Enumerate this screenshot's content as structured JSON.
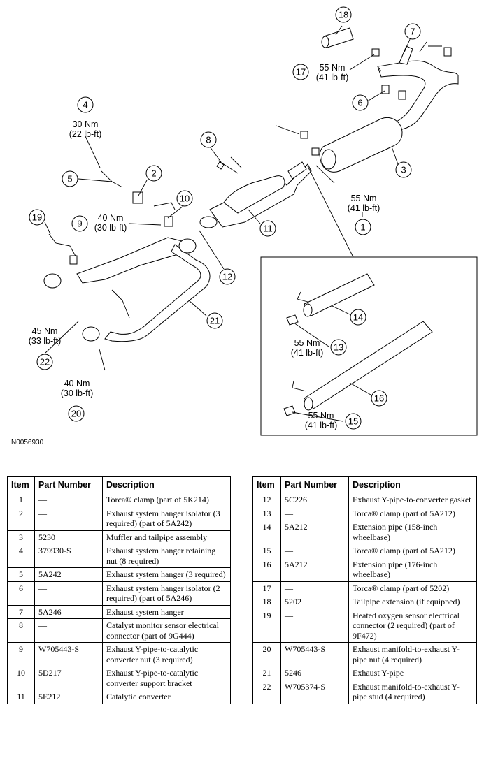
{
  "figure_id": "N0056930",
  "callouts": [
    {
      "n": "1"
    },
    {
      "n": "2"
    },
    {
      "n": "3"
    },
    {
      "n": "4"
    },
    {
      "n": "5"
    },
    {
      "n": "6"
    },
    {
      "n": "7"
    },
    {
      "n": "8"
    },
    {
      "n": "9"
    },
    {
      "n": "10"
    },
    {
      "n": "11"
    },
    {
      "n": "12"
    },
    {
      "n": "13"
    },
    {
      "n": "14"
    },
    {
      "n": "15"
    },
    {
      "n": "16"
    },
    {
      "n": "17"
    },
    {
      "n": "18"
    },
    {
      "n": "19"
    },
    {
      "n": "20"
    },
    {
      "n": "21"
    },
    {
      "n": "22"
    }
  ],
  "torques": {
    "t1": {
      "nm": "55 Nm",
      "lbft": "(41 lb-ft)"
    },
    "t4": {
      "nm": "30 Nm",
      "lbft": "(22 lb-ft)"
    },
    "t9": {
      "nm": "40 Nm",
      "lbft": "(30 lb-ft)"
    },
    "t13": {
      "nm": "55 Nm",
      "lbft": "(41 lb-ft)"
    },
    "t15": {
      "nm": "55 Nm",
      "lbft": "(41 lb-ft)"
    },
    "t17": {
      "nm": "55 Nm",
      "lbft": "(41 lb-ft)"
    },
    "t20": {
      "nm": "40 Nm",
      "lbft": "(30 lb-ft)"
    },
    "t22": {
      "nm": "45 Nm",
      "lbft": "(33 lb-ft)"
    }
  },
  "table": {
    "headers": [
      "Item",
      "Part Number",
      "Description"
    ],
    "rows": [
      {
        "item": "1",
        "part": "—",
        "desc": "Torca® clamp (part of 5K214)"
      },
      {
        "item": "2",
        "part": "—",
        "desc": "Exhaust system hanger isolator (3 required) (part of 5A242)"
      },
      {
        "item": "3",
        "part": "5230",
        "desc": "Muffler and tailpipe assembly"
      },
      {
        "item": "4",
        "part": "379930-S",
        "desc": "Exhaust system hanger retaining nut (8 required)"
      },
      {
        "item": "5",
        "part": "5A242",
        "desc": "Exhaust system hanger (3 required)"
      },
      {
        "item": "6",
        "part": "—",
        "desc": "Exhaust system hanger isolator (2 required) (part of 5A246)"
      },
      {
        "item": "7",
        "part": "5A246",
        "desc": "Exhaust system hanger"
      },
      {
        "item": "8",
        "part": "—",
        "desc": "Catalyst monitor sensor electrical connector (part of 9G444)"
      },
      {
        "item": "9",
        "part": "W705443-S",
        "desc": "Exhaust Y-pipe-to-catalytic converter nut (3 required)"
      },
      {
        "item": "10",
        "part": "5D217",
        "desc": "Exhaust Y-pipe-to-catalytic converter support bracket"
      },
      {
        "item": "11",
        "part": "5E212",
        "desc": "Catalytic converter"
      },
      {
        "item": "12",
        "part": "5C226",
        "desc": "Exhaust Y-pipe-to-converter gasket"
      },
      {
        "item": "13",
        "part": "—",
        "desc": "Torca® clamp (part of 5A212)"
      },
      {
        "item": "14",
        "part": "5A212",
        "desc": "Extension pipe (158-inch wheelbase)"
      },
      {
        "item": "15",
        "part": "—",
        "desc": "Torca® clamp (part of 5A212)"
      },
      {
        "item": "16",
        "part": "5A212",
        "desc": "Extension pipe (176-inch wheelbase)"
      },
      {
        "item": "17",
        "part": "—",
        "desc": "Torca® clamp (part of 5202)"
      },
      {
        "item": "18",
        "part": "5202",
        "desc": "Tailpipe extension (if equipped)"
      },
      {
        "item": "19",
        "part": "—",
        "desc": "Heated oxygen sensor electrical connector (2 required) (part of 9F472)"
      },
      {
        "item": "20",
        "part": "W705443-S",
        "desc": "Exhaust manifold-to-exhaust Y-pipe nut (4 required)"
      },
      {
        "item": "21",
        "part": "5246",
        "desc": "Exhaust Y-pipe"
      },
      {
        "item": "22",
        "part": "W705374-S",
        "desc": "Exhaust manifold-to-exhaust Y-pipe stud (4 required)"
      }
    ]
  }
}
